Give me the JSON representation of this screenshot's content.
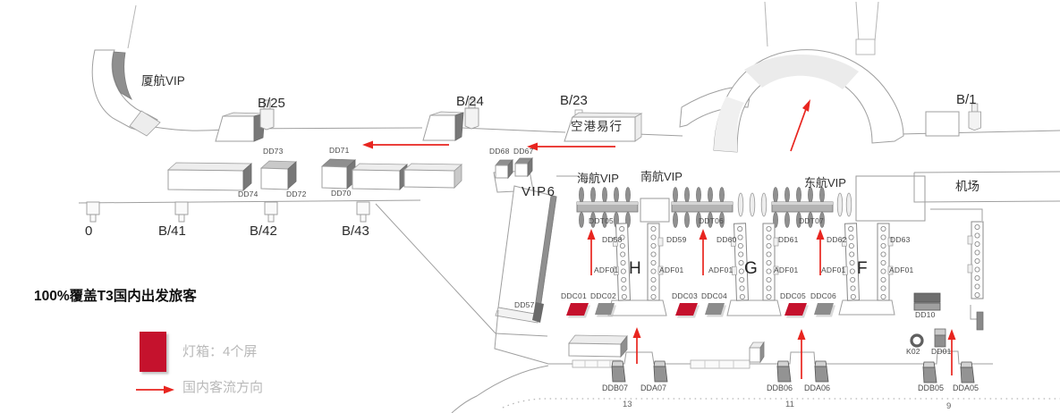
{
  "headline": "100%覆盖T3国内出发旅客",
  "legend": {
    "lightbox_label": "灯箱：4个屏",
    "flow_label": "国内客流方向"
  },
  "colors": {
    "lightbox_red": "#c5122d",
    "arrow_red": "#e8251f",
    "structure_gray": "#9f9f9f",
    "dark_gray": "#787878"
  },
  "labels": {
    "xiamen_vip": "厦航VIP",
    "b25": "B/25",
    "b24": "B/24",
    "b23": "B/23",
    "konggang": "空港易行",
    "b1": "B/1",
    "jichang": "机场",
    "b40": "0",
    "b41": "B/41",
    "b42": "B/42",
    "b43": "B/43",
    "dd73": "DD73",
    "dd71": "DD71",
    "dd74": "DD74",
    "dd72": "DD72",
    "dd70": "DD70",
    "dd68": "DD68",
    "dd67": "DD67",
    "vip6": "VIP6",
    "dd57": "DD57",
    "hainan_vip": "海航VIP",
    "nanhang_vip": "南航VIP",
    "donghang_vip": "东航VIP",
    "ddt05": "DDT05",
    "ddt06": "DDT06",
    "ddt07": "DDT07",
    "dd58": "DD58",
    "dd59": "DD59",
    "dd60": "DD60",
    "dd61": "DD61",
    "dd62": "DD62",
    "dd63": "DD63",
    "adf01": "ADF01",
    "pier_h": "H",
    "pier_g": "G",
    "pier_f": "F",
    "ddc01": "DDC01",
    "ddc02": "DDC02",
    "ddc03": "DDC03",
    "ddc04": "DDC04",
    "ddc05": "DDC05",
    "ddc06": "DDC06",
    "dd10": "DD10",
    "k02": "K02",
    "dd01": "DD01",
    "ddb07": "DDB07",
    "dda07": "DDA07",
    "ddb06": "DDB06",
    "dda06": "DDA06",
    "ddb05": "DDB05",
    "dda05": "DDA05",
    "gate13": "13",
    "gate11": "11",
    "gate9": "9"
  }
}
